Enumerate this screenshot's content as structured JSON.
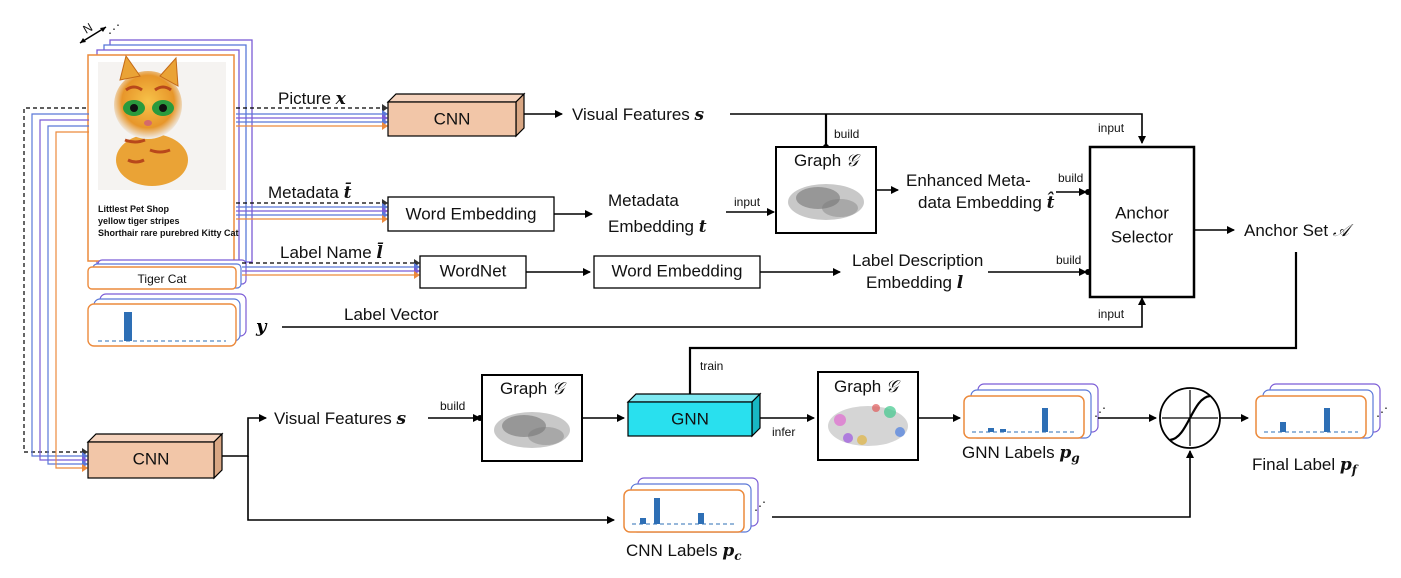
{
  "input_card": {
    "stack_label": "N",
    "title": "Littlest Pet Shop",
    "line1": "yellow tiger stripes",
    "line2": "Shorthair rare purebred Kitty Cat",
    "label_name": "Tiger Cat",
    "label_vector_symbol": "y"
  },
  "top": {
    "picture_label": "Picture",
    "picture_sym": "x",
    "cnn": "CNN",
    "visual_features": "Visual Features",
    "visual_sym": "s",
    "metadata_label": "Metadata",
    "metadata_sym": "t̄",
    "word_embedding": "Word Embedding",
    "metadata_embedding_1": "Metadata",
    "metadata_embedding_2": "Embedding",
    "metadata_embedding_sym": "t",
    "label_name": "Label Name",
    "label_name_sym": "l̄",
    "wordnet": "WordNet",
    "word_embedding_2": "Word Embedding",
    "label_desc_1": "Label Description",
    "label_desc_2": "Embedding",
    "label_desc_sym": "l",
    "label_vector": "Label Vector",
    "graph": "Graph",
    "graph_sym": "𝒢",
    "enhanced_1": "Enhanced Meta-",
    "enhanced_2": "data Embedding",
    "enhanced_sym": "t̂",
    "anchor_selector_1": "Anchor",
    "anchor_selector_2": "Selector",
    "anchor_set": "Anchor Set",
    "anchor_set_sym": "𝒜",
    "build": "build",
    "input": "input"
  },
  "bottom": {
    "cnn": "CNN",
    "visual_features": "Visual Features",
    "visual_sym": "s",
    "build": "build",
    "graph": "Graph",
    "graph_sym": "𝒢",
    "gnn": "GNN",
    "train": "train",
    "infer": "infer",
    "gnn_labels": "GNN Labels",
    "gnn_labels_sym": "p",
    "gnn_labels_sub": "g",
    "final_label": "Final Label",
    "final_label_sym": "p",
    "final_label_sub": "f",
    "cnn_labels": "CNN Labels",
    "cnn_labels_sym": "p",
    "cnn_labels_sub": "c"
  },
  "colors": {
    "cnn_fill": "#f2c6a8",
    "gnn_fill": "#29e0ee",
    "card_border": "#ec8a3c",
    "stack_purple": "#7b5cd6",
    "stack_blue": "#5a78d8",
    "bar_blue": "#2e6fb5"
  }
}
